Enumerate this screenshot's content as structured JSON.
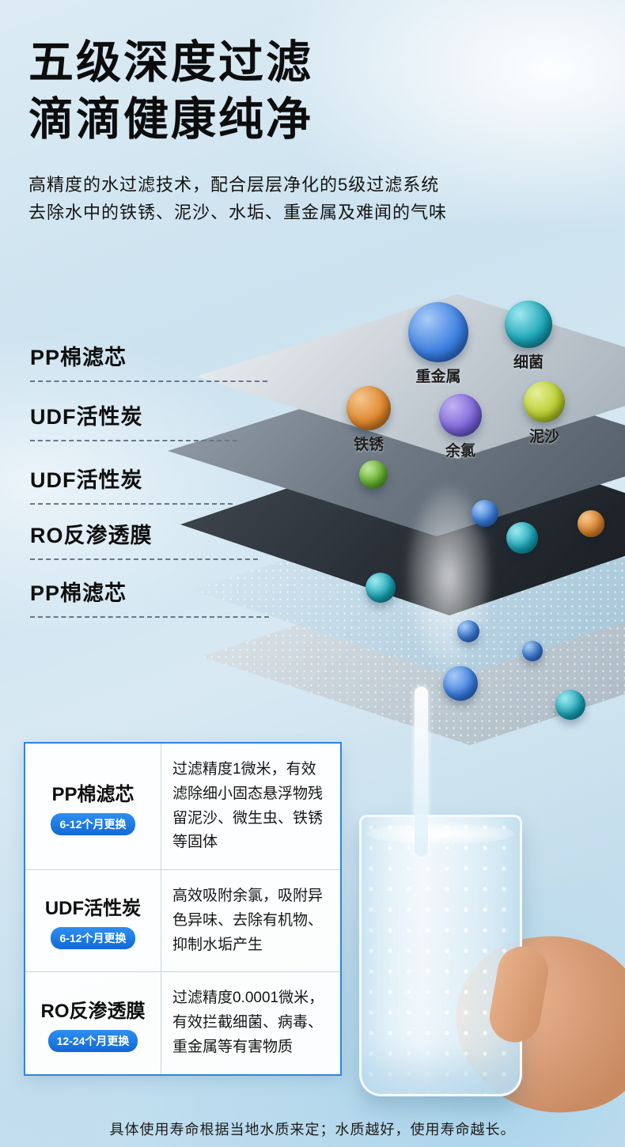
{
  "page": {
    "title_line1": "五级深度过滤",
    "title_line2": "滴滴健康纯净",
    "subtitle_line1": "高精度的水过滤技术，配合层层净化的5级过滤系统",
    "subtitle_line2": "去除水中的铁锈、泥沙、水垢、重金属及难闻的气味",
    "footer_note": "具体使用寿命根据当地水质来定；水质越好，使用寿命越长。"
  },
  "diagram": {
    "layers": [
      {
        "label": "PP棉滤芯"
      },
      {
        "label": "UDF活性炭"
      },
      {
        "label": "UDF活性炭"
      },
      {
        "label": "RO反渗透膜"
      },
      {
        "label": "PP棉滤芯"
      }
    ],
    "contaminants": [
      {
        "name": "heavy-metal",
        "label": "重金属",
        "color": "#3a7de0"
      },
      {
        "name": "bacteria",
        "label": "细菌",
        "color": "#18a4b6"
      },
      {
        "name": "rust",
        "label": "铁锈",
        "color": "#e0862a"
      },
      {
        "name": "chlorine",
        "label": "余氯",
        "color": "#7a63d8"
      },
      {
        "name": "sediment",
        "label": "泥沙",
        "color": "#b9cf2d"
      }
    ]
  },
  "spec_table": {
    "rows": [
      {
        "name": "PP棉滤芯",
        "badge": "6-12个月更换",
        "desc": "过滤精度1微米，有效滤除细小固态悬浮物残留泥沙、微生虫、铁锈等固体"
      },
      {
        "name": "UDF活性炭",
        "badge": "6-12个月更换",
        "desc": "高效吸附余氯，吸附异色异味、去除有机物、抑制水垢产生"
      },
      {
        "name": "RO反渗透膜",
        "badge": "12-24个月更换",
        "desc": "过滤精度0.0001微米，有效拦截细菌、病毒、重金属等有害物质"
      }
    ]
  },
  "colors": {
    "accent_blue": "#2f86dd",
    "badge_blue": "#1673e0",
    "title_black": "#0d0d0d"
  }
}
